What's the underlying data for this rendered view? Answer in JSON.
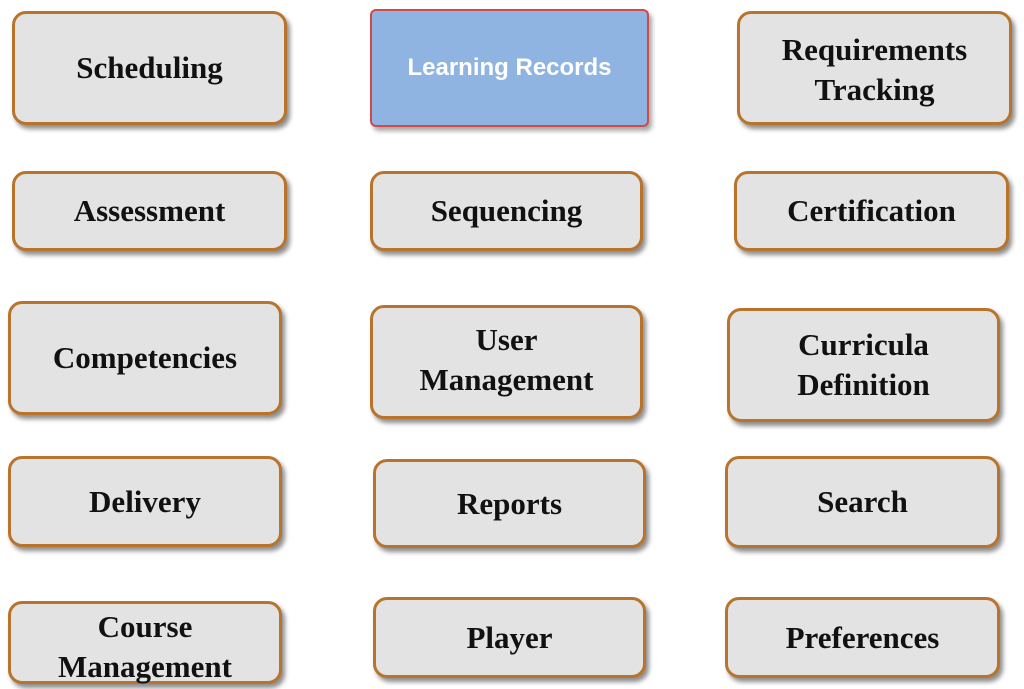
{
  "modules": [
    {
      "id": "scheduling",
      "label": "Scheduling"
    },
    {
      "id": "learning_records",
      "label": "Learning Records"
    },
    {
      "id": "requirements_tracking",
      "label": "Requirements\nTracking"
    },
    {
      "id": "assessment",
      "label": "Assessment"
    },
    {
      "id": "sequencing",
      "label": "Sequencing"
    },
    {
      "id": "certification",
      "label": "Certification"
    },
    {
      "id": "competencies",
      "label": "Competencies"
    },
    {
      "id": "user_management",
      "label": "User\nManagement"
    },
    {
      "id": "curricula_definition",
      "label": "Curricula\nDefinition"
    },
    {
      "id": "delivery",
      "label": "Delivery"
    },
    {
      "id": "reports",
      "label": "Reports"
    },
    {
      "id": "search",
      "label": "Search"
    },
    {
      "id": "course_management",
      "label": "Course\nManagement"
    },
    {
      "id": "player",
      "label": "Player"
    },
    {
      "id": "preferences",
      "label": "Preferences"
    }
  ],
  "colors": {
    "box_fill": "#e3e3e3",
    "box_border": "#b8742c",
    "highlight_fill": "#8fb4e2",
    "highlight_border": "#d04a4a",
    "highlight_text": "#ffffff"
  }
}
